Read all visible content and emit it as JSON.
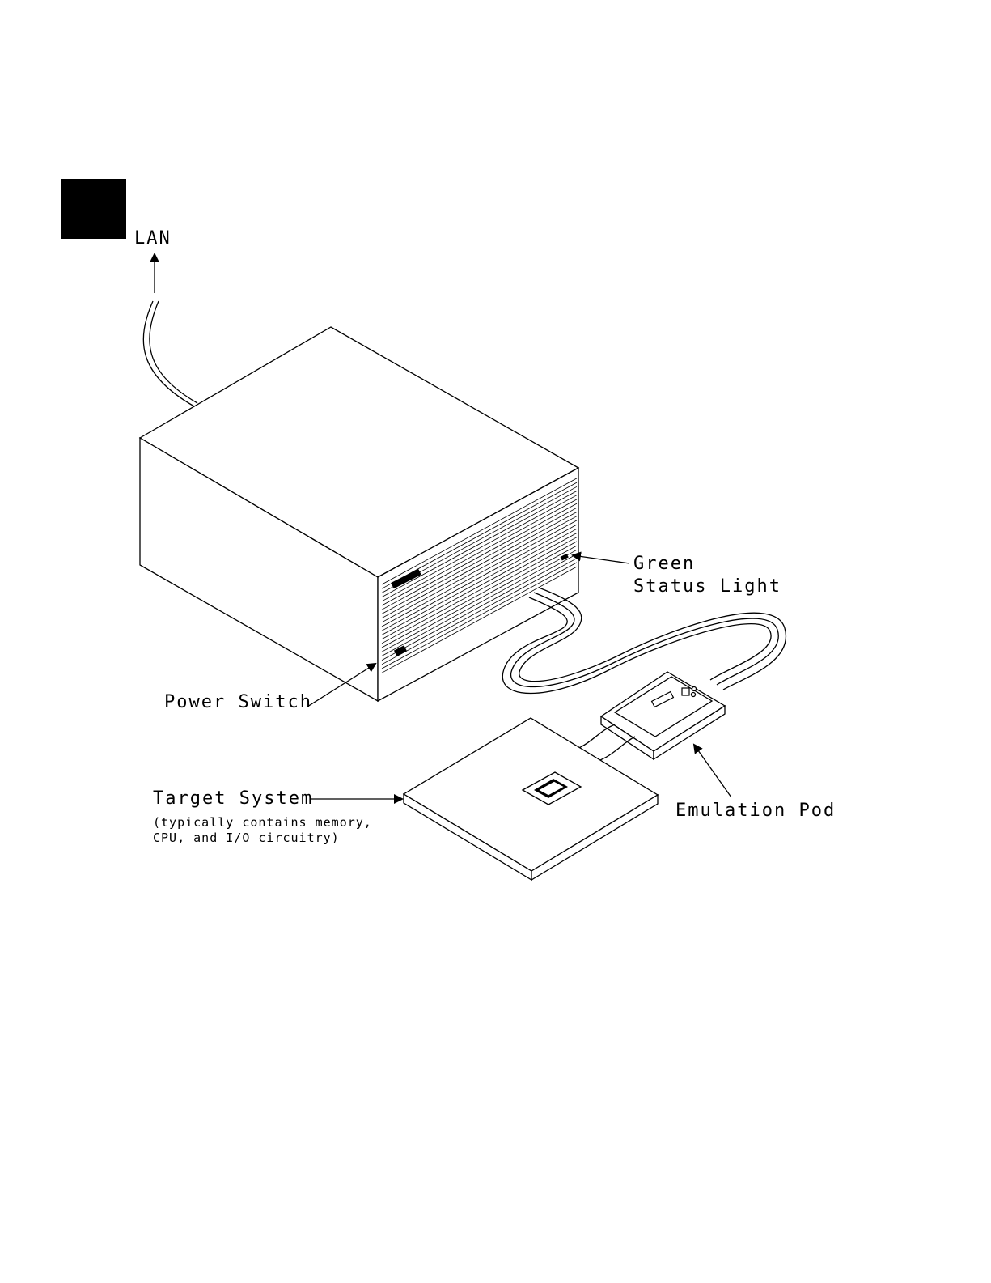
{
  "labels": {
    "lan": "LAN",
    "green_status_line1": "Green",
    "green_status_line2": "Status Light",
    "power_switch": "Power Switch",
    "target_system": "Target System",
    "target_note_line1": "(typically contains memory,",
    "target_note_line2": "CPU, and I/O circuitry)",
    "emulation_pod": "Emulation Pod"
  },
  "colors": {
    "ink": "#000000",
    "paper": "#ffffff"
  }
}
